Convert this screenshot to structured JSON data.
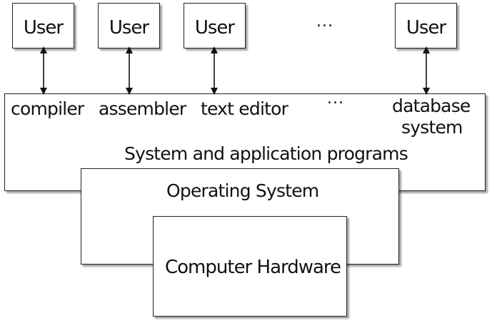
{
  "users": [
    "User",
    "User",
    "User",
    "User"
  ],
  "ellipsis_top": "...",
  "ellipsis_programs": "...",
  "programs": {
    "compiler": "compiler",
    "assembler": "assembler",
    "text_editor": "text editor",
    "database_line1": "database",
    "database_line2": "system"
  },
  "layers": {
    "system_programs": "System and application programs",
    "operating_system": "Operating System",
    "hardware": "Computer Hardware"
  }
}
